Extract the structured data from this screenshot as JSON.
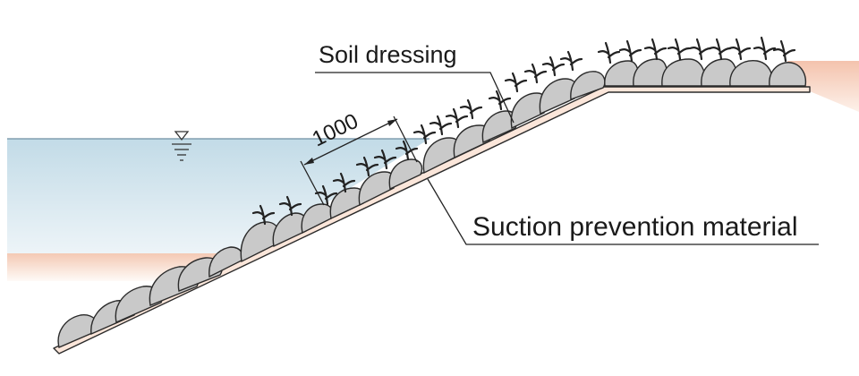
{
  "labels": {
    "soil_dressing": "Soil dressing",
    "suction_prevention": "Suction prevention material",
    "dimension": "1000"
  },
  "colors": {
    "water_top": "#c7dde8",
    "water_bottom": "#e9f2f7",
    "soil": "#f6d3c3",
    "soil_edge": "#f0b7a1",
    "mat_fill": "#fbe9df",
    "stone_fill": "#c9c9c9",
    "line": "#222222"
  },
  "icons": {
    "water_level": "water-level-triangle-icon"
  }
}
